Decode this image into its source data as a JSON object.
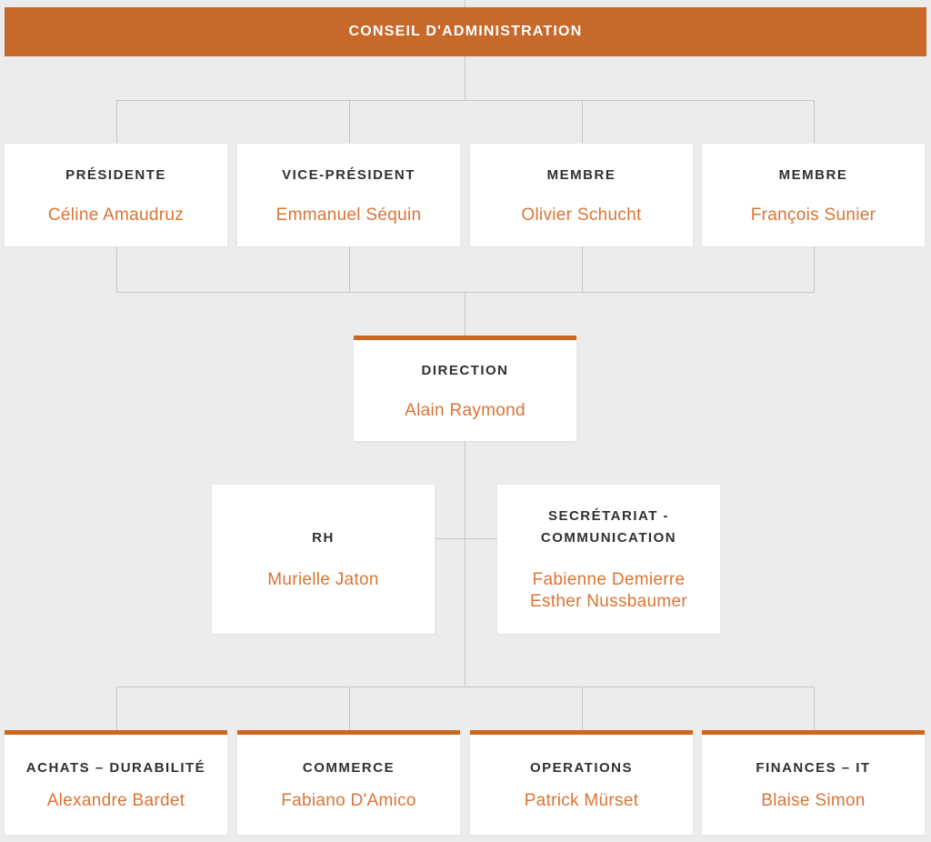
{
  "colors": {
    "background": "#ECECEC",
    "banner_orange": "#C7692B",
    "accent_orange": "#CE671E",
    "name_orange": "#DC7433",
    "title_dark": "#303030",
    "line_gray": "#C7C7C7",
    "box_white": "#FFFFFF"
  },
  "banner": {
    "label": "CONSEIL D'ADMINISTRATION"
  },
  "board_row": [
    {
      "title": "PRÉSIDENTE",
      "name": "Céline Amaudruz"
    },
    {
      "title": "VICE-PRÉSIDENT",
      "name": "Emmanuel Séquin"
    },
    {
      "title": "MEMBRE",
      "name": "Olivier Schucht"
    },
    {
      "title": "MEMBRE",
      "name": "François Sunier"
    }
  ],
  "direction": {
    "title": "DIRECTION",
    "name": "Alain Raymond"
  },
  "staff_row": [
    {
      "title_lines": [
        "RH"
      ],
      "names": [
        "Murielle Jaton"
      ]
    },
    {
      "title_lines": [
        "SECRÉTARIAT -",
        "COMMUNICATION"
      ],
      "names": [
        "Fabienne Demierre",
        "Esther Nussbaumer"
      ]
    }
  ],
  "department_row": [
    {
      "title": "ACHATS – DURABILITÉ",
      "name": "Alexandre Bardet"
    },
    {
      "title": "COMMERCE",
      "name": "Fabiano D'Amico"
    },
    {
      "title": "OPERATIONS",
      "name": "Patrick Mürset"
    },
    {
      "title": "FINANCES – IT",
      "name": "Blaise Simon"
    }
  ]
}
